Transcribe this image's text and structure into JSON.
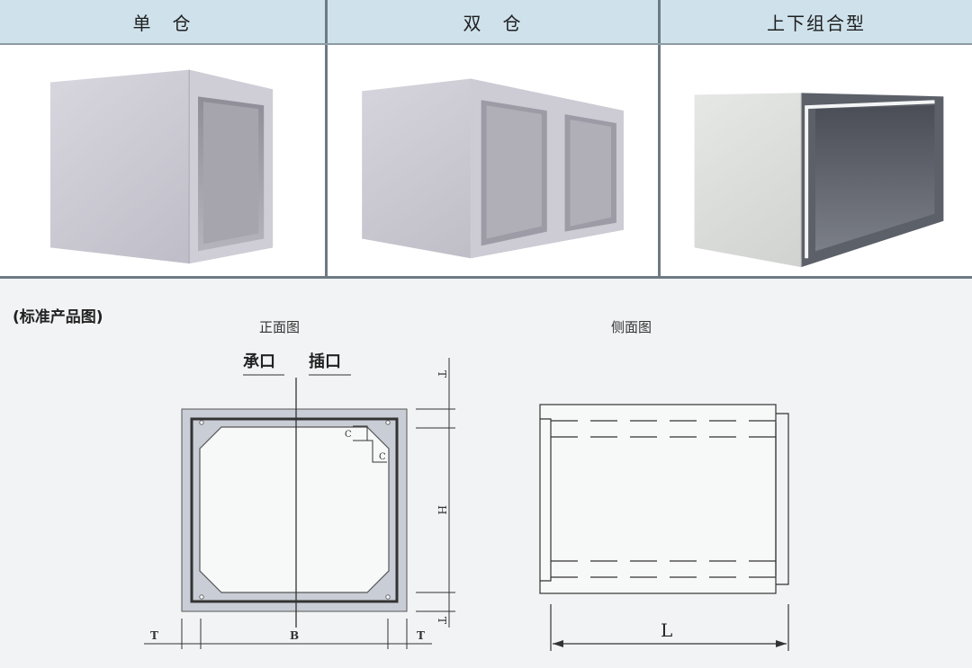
{
  "header": {
    "cells": [
      "单　仓",
      "双　仓",
      "上下组合型"
    ]
  },
  "photos": {
    "single_alt": "单仓箱涵",
    "double_alt": "双仓箱涵",
    "combined_alt": "上下组合型箱涵"
  },
  "standard": {
    "section_label": "(标准产品图)",
    "front_view": "正面图",
    "side_view": "侧面图",
    "socket_label": "承口",
    "spigot_label": "插口",
    "dim_T": "T",
    "dim_B": "B",
    "dim_H": "H",
    "dim_L": "L",
    "dim_C": "C"
  },
  "colors": {
    "header_bg": "#cfe2ec",
    "divider": "#6d7a84",
    "frame_fill": "#c9cdd6",
    "line": "#333333"
  }
}
